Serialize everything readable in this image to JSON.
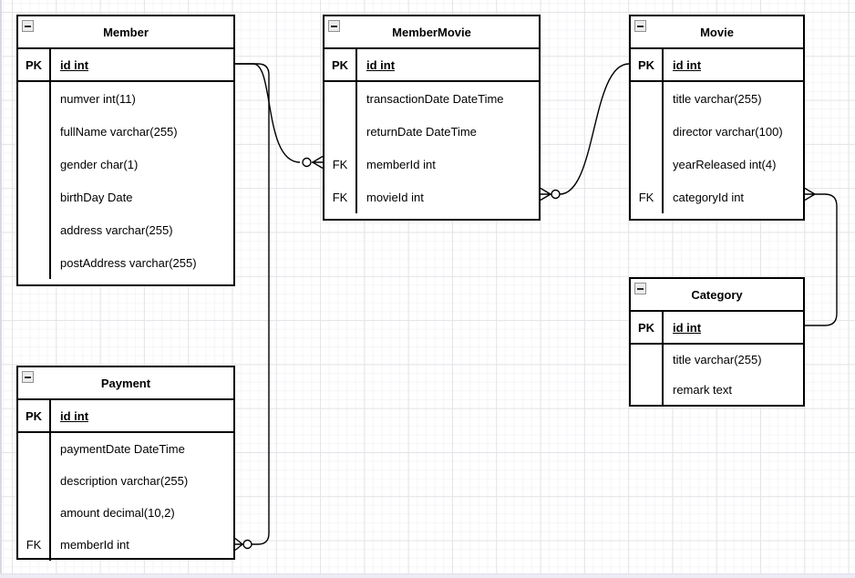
{
  "diagram": {
    "tool_hint": "entity-relationship diagram on gridded canvas",
    "background": "#ffffff",
    "grid_minor_color": "#f5f5f8",
    "grid_major_color": "#e4e4e9",
    "line_color": "#000000",
    "collapse_icon_glyph": "minus-box"
  },
  "entities": {
    "member": {
      "title": "Member",
      "pk": {
        "key": "PK",
        "field": "id int"
      },
      "rows": [
        {
          "key": "",
          "field": "numver int(11)"
        },
        {
          "key": "",
          "field": "fullName varchar(255)"
        },
        {
          "key": "",
          "field": "gender char(1)"
        },
        {
          "key": "",
          "field": "birthDay Date"
        },
        {
          "key": "",
          "field": "address varchar(255)"
        },
        {
          "key": "",
          "field": "postAddress varchar(255)"
        }
      ]
    },
    "member_movie": {
      "title": "MemberMovie",
      "pk": {
        "key": "PK",
        "field": "id int"
      },
      "rows": [
        {
          "key": "",
          "field": "transactionDate DateTime"
        },
        {
          "key": "",
          "field": "returnDate DateTime"
        },
        {
          "key": "FK",
          "field": "memberId int"
        },
        {
          "key": "FK",
          "field": "movieId int"
        }
      ]
    },
    "movie": {
      "title": "Movie",
      "pk": {
        "key": "PK",
        "field": "id int"
      },
      "rows": [
        {
          "key": "",
          "field": "title varchar(255)"
        },
        {
          "key": "",
          "field": "director varchar(100)"
        },
        {
          "key": "",
          "field": "yearReleased int(4)"
        },
        {
          "key": "FK",
          "field": "categoryId int"
        }
      ]
    },
    "category": {
      "title": "Category",
      "pk": {
        "key": "PK",
        "field": "id int"
      },
      "rows": [
        {
          "key": "",
          "field": "title varchar(255)"
        },
        {
          "key": "",
          "field": "remark text"
        }
      ]
    },
    "payment": {
      "title": "Payment",
      "pk": {
        "key": "PK",
        "field": "id int"
      },
      "rows": [
        {
          "key": "",
          "field": "paymentDate DateTime"
        },
        {
          "key": "",
          "field": "description varchar(255)"
        },
        {
          "key": "",
          "field": "amount decimal(10,2)"
        },
        {
          "key": "FK",
          "field": "memberId int"
        }
      ]
    }
  },
  "relationships": [
    {
      "from": "Member.id",
      "to": "MemberMovie.memberId",
      "from_end": "one",
      "to_end": "zero-or-many"
    },
    {
      "from": "Movie.id",
      "to": "MemberMovie.movieId",
      "from_end": "one",
      "to_end": "zero-or-many"
    },
    {
      "from": "Category.id",
      "to": "Movie.categoryId",
      "from_end": "one",
      "to_end": "many"
    },
    {
      "from": "Member.id",
      "to": "Payment.memberId",
      "from_end": "one",
      "to_end": "zero-or-many"
    }
  ]
}
